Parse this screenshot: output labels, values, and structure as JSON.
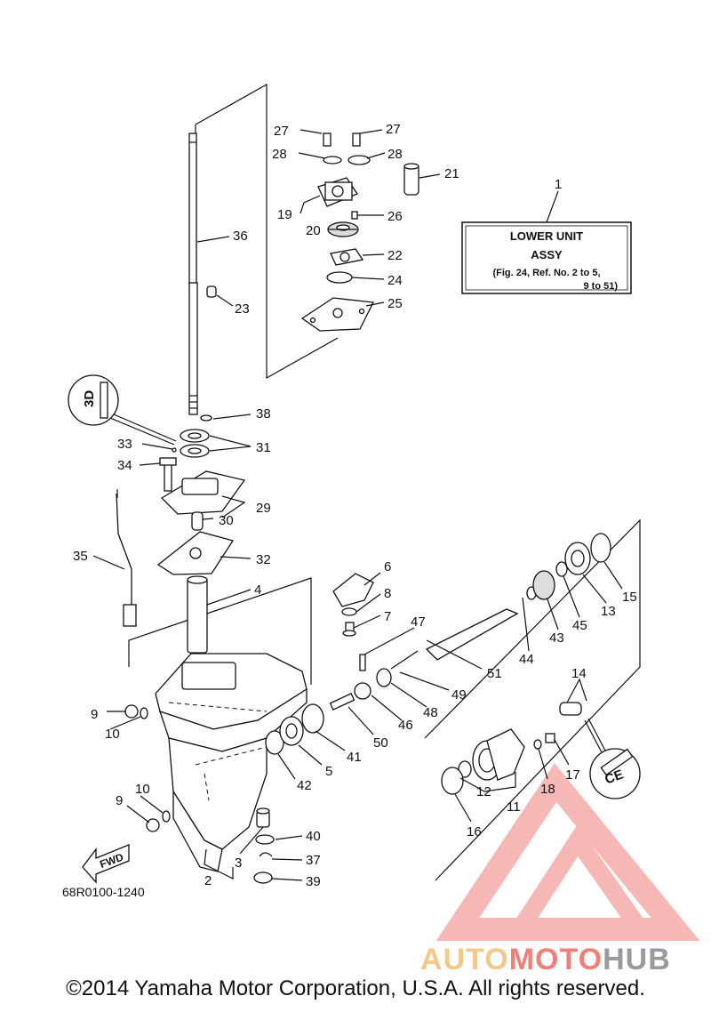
{
  "diagram": {
    "parts_box": {
      "ref": "1",
      "line1": "LOWER UNIT",
      "line2": "ASSY",
      "line3": "(Fig. 24, Ref. No. 2 to 5,",
      "line4": "9 to 51)"
    },
    "drawing_code": "68R0100-1240",
    "fwd_label": "FWD",
    "grease_symbol_a": "3D",
    "grease_symbol_b": "CE",
    "callouts": [
      "1",
      "2",
      "3",
      "4",
      "5",
      "6",
      "7",
      "8",
      "9",
      "10",
      "11",
      "12",
      "13",
      "14",
      "15",
      "16",
      "17",
      "18",
      "19",
      "20",
      "21",
      "22",
      "23",
      "24",
      "25",
      "26",
      "27",
      "28",
      "29",
      "30",
      "31",
      "32",
      "33",
      "34",
      "35",
      "36",
      "37",
      "38",
      "39",
      "40",
      "41",
      "42",
      "43",
      "44",
      "45",
      "46",
      "47",
      "48",
      "49",
      "50",
      "51"
    ]
  },
  "watermark": {
    "word_a": "AUTO",
    "word_b": "MOTO",
    "word_c": "HUB",
    "color_a": "#f2c98a",
    "color_b": "#f07f7a",
    "color_c": "#9a9a9a"
  },
  "copyright": "©2014 Yamaha Motor Corporation, U.S.A. All rights reserved."
}
